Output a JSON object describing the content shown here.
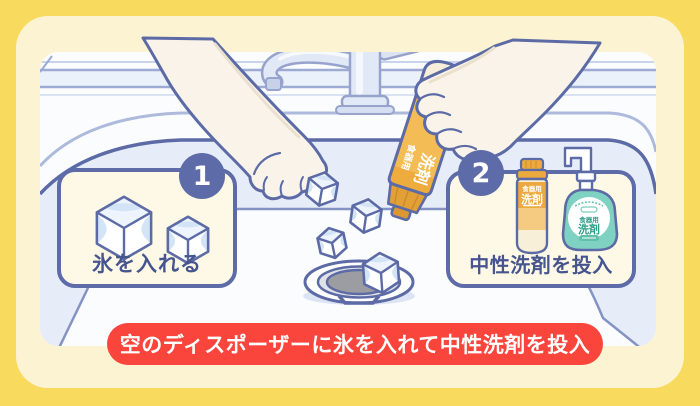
{
  "card": {
    "outer_bg": "#F8DB5E",
    "inner_bg": "#FCF3D2"
  },
  "steps": [
    {
      "number": "1",
      "label": "氷を入れる"
    },
    {
      "number": "2",
      "label": "中性洗剤を投入"
    }
  ],
  "caption": {
    "text": "空のディスポーザーに氷を入れて中性洗剤を投入",
    "bg": "#F9453B",
    "text_color": "#FFFFFF"
  },
  "products": {
    "pouring_bottle": {
      "line1": "食器用",
      "line2": "洗剤"
    },
    "squeeze_bottle": {
      "line1": "食器用",
      "line2": "洗剤"
    },
    "pump_bottle": {
      "line1": "食器用",
      "line2": "洗剤"
    }
  },
  "colors": {
    "outline": "#5C6BA5",
    "badge": "#5D6BA8",
    "label_text": "#47558F",
    "skin": "#F9F3EA",
    "sink_wall_blue": "#E7EDF8",
    "ice_glint": "#D4E4F7",
    "orange_bottle": "#EFAC3E",
    "teal_bottle": "#7FD2C2",
    "drain_gray": "#9C9DA2",
    "caption_red": "#F9453B"
  },
  "icons": {
    "ice_cube": "ice-cube-icon",
    "faucet": "faucet-icon",
    "drain": "disposer-drain-icon",
    "left_hand": "hand-dropping-ice-icon",
    "right_hand": "hand-pouring-detergent-icon"
  }
}
